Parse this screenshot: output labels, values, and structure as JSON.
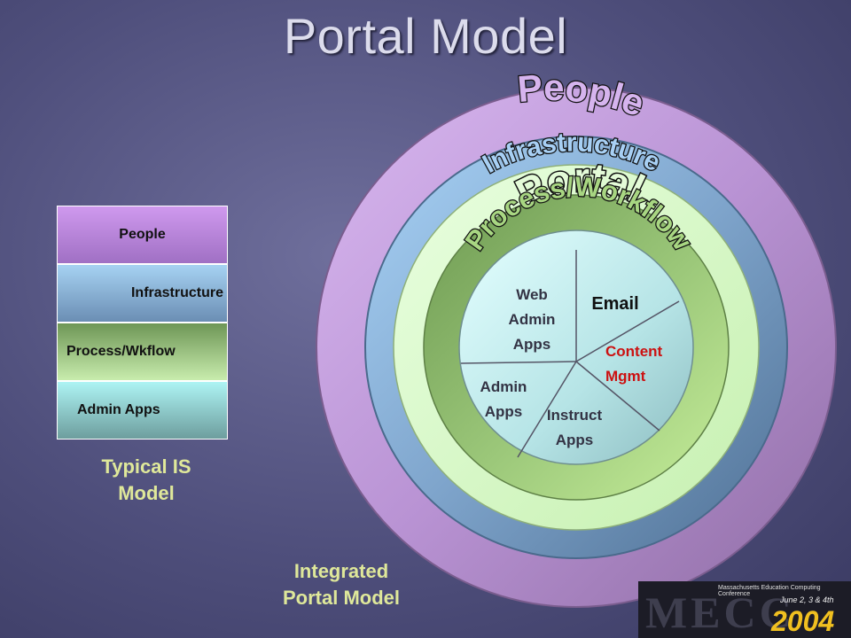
{
  "title": "Portal Model",
  "typical_model": {
    "layers": [
      "People",
      "Infrastructure",
      "Process/Wkflow",
      "Admin Apps"
    ],
    "caption_line1": "Typical IS",
    "caption_line2": "Model"
  },
  "portal_model": {
    "rings": {
      "people": "People",
      "infrastructure": "Infrastructure",
      "portal": "Portal",
      "process": "Process/Workflow"
    },
    "segments": {
      "web_admin": [
        "Web",
        "Admin",
        "Apps"
      ],
      "email": "Email",
      "content": [
        "Content",
        "Mgmt"
      ],
      "instruct": [
        "Instruct",
        "Apps"
      ],
      "admin": [
        "Admin",
        "Apps"
      ]
    },
    "caption_line1": "Integrated",
    "caption_line2": "Portal  Model"
  },
  "logo": {
    "main": "MECC",
    "year": "2004",
    "sub": "Massachusetts Education Computing Conference",
    "dates": "June 2, 3 & 4th"
  },
  "colors": {
    "caption": "#dfe89a",
    "ring_people": "#cda9e6",
    "ring_infrastructure": "#7fa6cf",
    "ring_portal": "#d6f7c6",
    "ring_process": "#a6cf7e",
    "center": "#c0ecec",
    "content_text": "#cc1111"
  }
}
